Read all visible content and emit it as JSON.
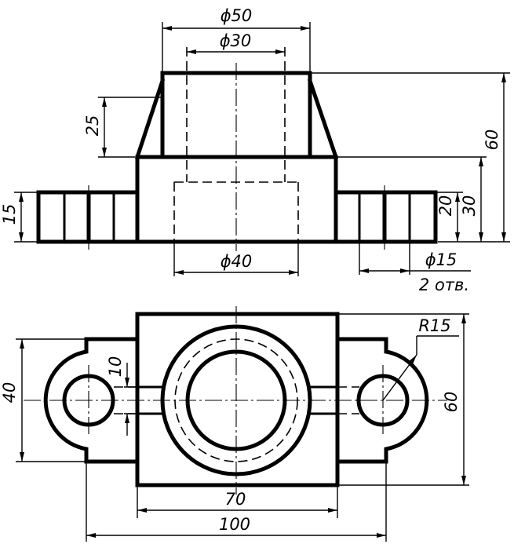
{
  "front_view": {
    "dims": {
      "d50": "ϕ50",
      "d30": "ϕ30",
      "h25": "25",
      "h60": "60",
      "h15": "15",
      "h20": "20",
      "h30": "30",
      "d40": "ϕ40",
      "d15": "ϕ15",
      "holes_note": "2 отв."
    }
  },
  "top_view": {
    "dims": {
      "r15": "R15",
      "w10": "10",
      "h40": "40",
      "h60": "60",
      "w70": "70",
      "w100": "100"
    }
  }
}
